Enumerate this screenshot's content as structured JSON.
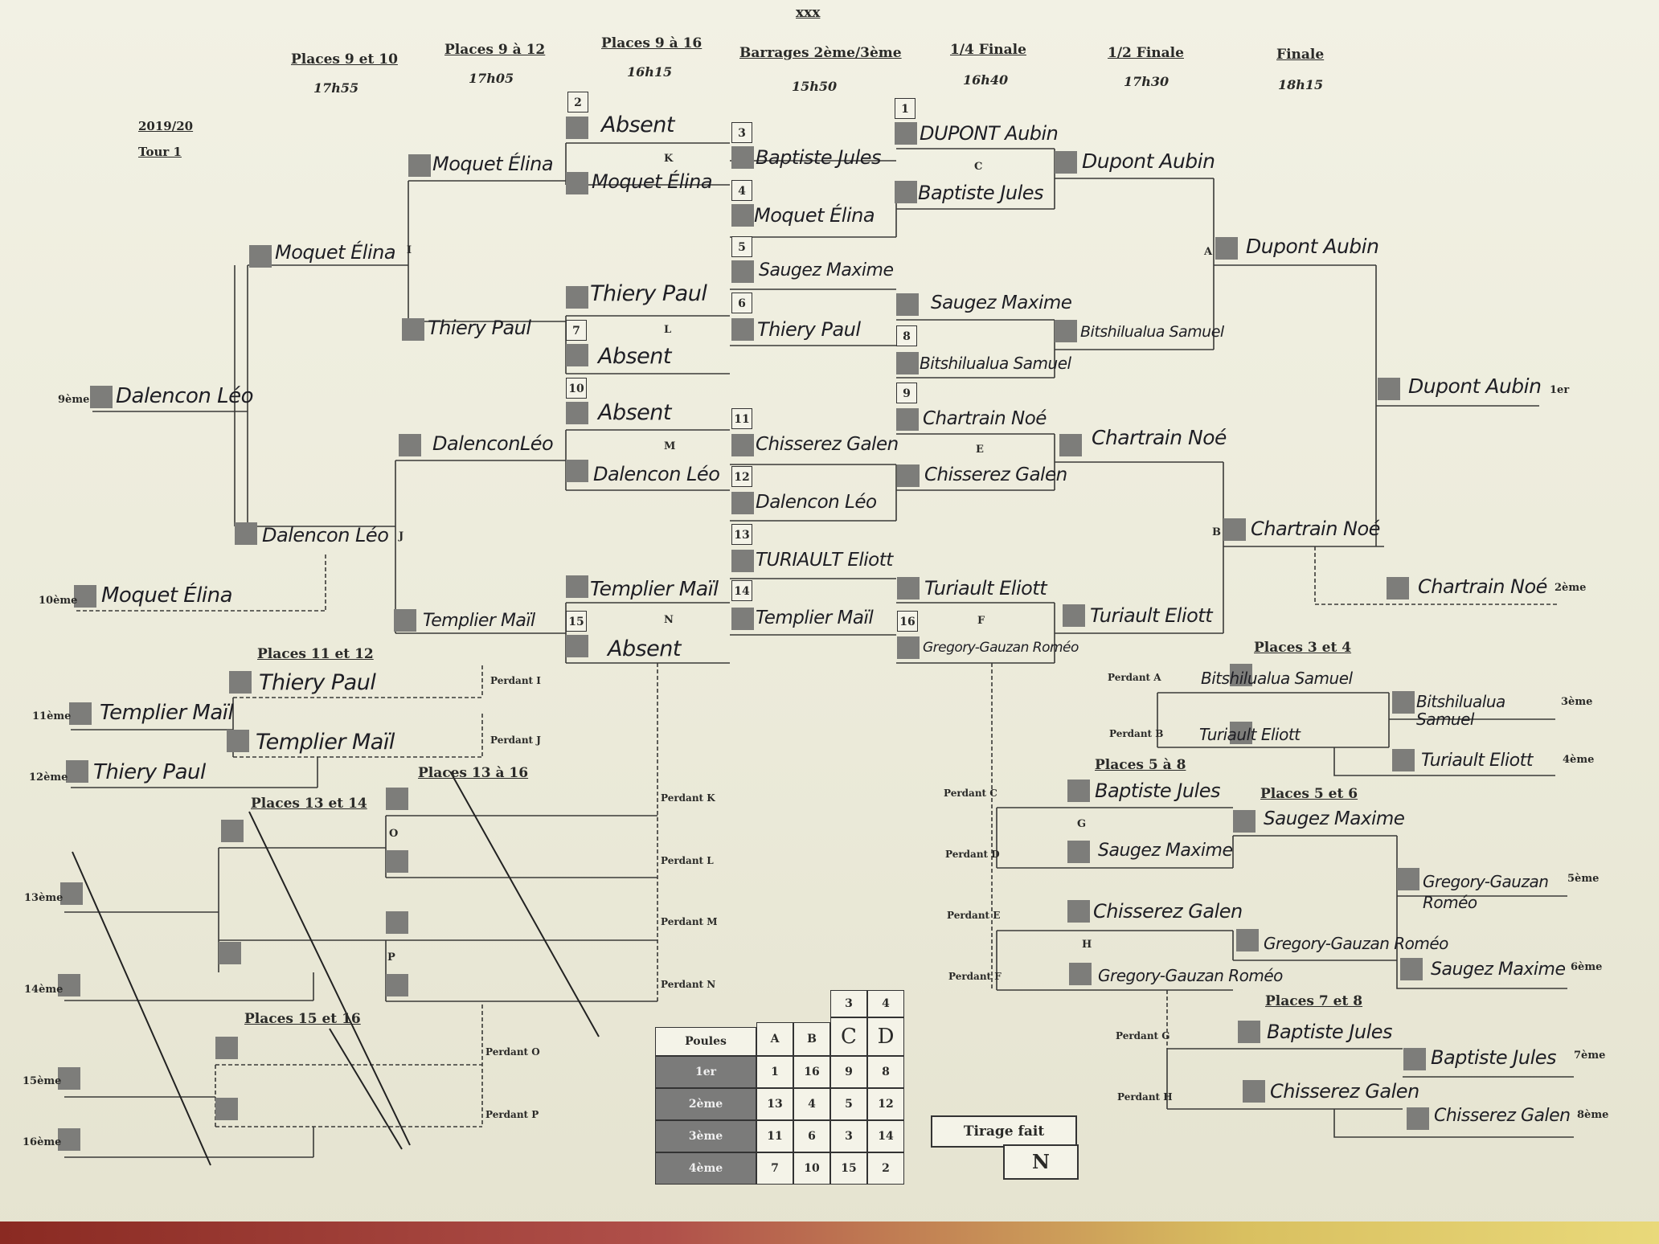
{
  "title": "xxx",
  "season": "2019/20",
  "round": "Tour 1",
  "headers": [
    {
      "label": "Places 9 et 10",
      "time": "17h55"
    },
    {
      "label": "Places 9 à 12",
      "time": "17h05"
    },
    {
      "label": "Places 9 à 16",
      "time": "16h15"
    },
    {
      "label": "Barrages 2ème/3ème",
      "time": "15h50"
    },
    {
      "label": "1/4 Finale",
      "time": "16h40"
    },
    {
      "label": "1/2 Finale",
      "time": "17h30"
    },
    {
      "label": "Finale",
      "time": "18h15"
    }
  ],
  "sections": {
    "p11_12": "Places 11 et 12",
    "p13_16": "Places 13 à 16",
    "p13_14": "Places 13 et 14",
    "p15_16": "Places 15 et 16",
    "p3_4": "Places 3 et 4",
    "p5_8": "Places 5 à 8",
    "p5_6": "Places 5 et 6",
    "p7_8": "Places 7 et 8"
  },
  "ranks": {
    "r1": "1er",
    "r2": "2ème",
    "r3": "3ème",
    "r4": "4ème",
    "r5": "5ème",
    "r6": "6ème",
    "r7": "7ème",
    "r8": "8ème",
    "r9": "9ème",
    "r10": "10ème",
    "r11": "11ème",
    "r12": "12ème",
    "r13": "13ème",
    "r14": "14ème",
    "r15": "15ème",
    "r16": "16ème"
  },
  "match_letters": {
    "A": "A",
    "B": "B",
    "C": "C",
    "E": "E",
    "F": "F",
    "G": "G",
    "H": "H",
    "I": "I",
    "J": "J",
    "K": "K",
    "L": "L",
    "M": "M",
    "N": "N",
    "O": "O",
    "P": "P"
  },
  "seeds": [
    "1",
    "2",
    "3",
    "4",
    "5",
    "6",
    "7",
    "8",
    "9",
    "10",
    "11",
    "12",
    "13",
    "14",
    "15",
    "16"
  ],
  "losers": {
    "I": "Perdant I",
    "J": "Perdant J",
    "K": "Perdant K",
    "L": "Perdant L",
    "M": "Perdant M",
    "N": "Perdant N",
    "O": "Perdant O",
    "P": "Perdant P",
    "A": "Perdant A",
    "B": "Perdant B",
    "C": "Perdant C",
    "D": "Perdant D",
    "E": "Perdant E",
    "F": "Perdant F",
    "G": "Perdant G",
    "H": "Perdant H"
  },
  "names": {
    "s2": "Absent",
    "k_w": "Moquet Élina",
    "i_top": "Moquet Élina",
    "p910_top": "Moquet Élina",
    "i_bot": "Thiery Paul",
    "s7_top": "Thiery Paul",
    "s7": "Absent",
    "s10": "Absent",
    "m_w": "Dalencon Léo",
    "j_top": "DalenconLéo",
    "p910_bot": "Dalencon Léo",
    "p9": "Dalencon Léo",
    "p10": "Moquet Élina",
    "j_bot": "Templier Maïl",
    "n_top": "Templier Maïl",
    "s15": "Absent",
    "p1112_top": "Thiery Paul",
    "p1112_bot": "Templier Maïl",
    "p11": "Templier Maïl",
    "p12": "Thiery Paul",
    "b3": "Baptiste Jules",
    "b4": "Moquet Élina",
    "b5": "Saugez Maxime",
    "b6": "Thiery Paul",
    "b11": "Chisserez Galen",
    "b12": "Dalencon Léo",
    "b13": "TURIAULT Eliott",
    "b14": "Templier Maïl",
    "s1": "DUPONT Aubin",
    "c_bot": "Baptiste Jules",
    "s8_top": "Saugez Maxime",
    "s8": "Bitshilualua Samuel",
    "s9": "Chartrain Noé",
    "e_bot": "Chisserez Galen",
    "f_top": "Turiault Eliott",
    "s16": "Gregory-Gauzan Roméo",
    "sf_c": "Dupont Aubin",
    "sf_d": "Bitshilualua Samuel",
    "sf_e": "Chartrain Noé",
    "sf_f": "Turiault Eliott",
    "fin_a": "Dupont Aubin",
    "fin_b": "Chartrain Noé",
    "p1": "Dupont Aubin",
    "p2": "Chartrain Noé",
    "p34_top": "Bitshilualua Samuel",
    "p34_bot": "Turiault Eliott",
    "p3": "Bitshilualua Samuel",
    "p4": "Turiault Eliott",
    "g_top": "Baptiste Jules",
    "g_bot": "Saugez Maxime",
    "h_top": "Chisserez Galen",
    "h_bot": "Gregory-Gauzan Roméo",
    "p56_top": "Saugez Maxime",
    "p56_bot": "Gregory-Gauzan Roméo",
    "p5": "Gregory-Gauzan Roméo",
    "p6": "Saugez Maxime",
    "p78_top": "Baptiste Jules",
    "p78_bot": "Chisserez Galen",
    "p7": "Baptiste Jules",
    "p8": "Chisserez Galen"
  },
  "pools": {
    "label": "Poules",
    "cols": [
      "A",
      "B",
      "C",
      "D"
    ],
    "top_cols": [
      "3",
      "4"
    ],
    "rows": [
      {
        "label": "1er",
        "values": [
          "1",
          "16",
          "9",
          "8"
        ]
      },
      {
        "label": "2ème",
        "values": [
          "13",
          "4",
          "5",
          "12"
        ]
      },
      {
        "label": "3ème",
        "values": [
          "11",
          "6",
          "3",
          "14"
        ]
      },
      {
        "label": "4ème",
        "values": [
          "7",
          "10",
          "15",
          "2"
        ]
      }
    ]
  },
  "draw": {
    "label": "Tirage fait",
    "value": "N"
  },
  "colors": {
    "paper": "#ecebdb",
    "ink": "#2a2a28",
    "pen": "#1e1e24",
    "square": "#7d7d7a"
  }
}
